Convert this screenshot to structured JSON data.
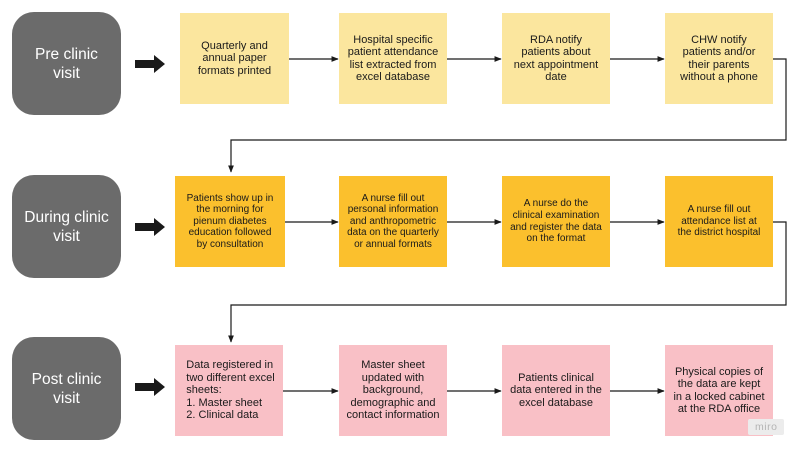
{
  "phases": [
    {
      "label": "Pre clinic\nvisit"
    },
    {
      "label": "During clinic\nvisit"
    },
    {
      "label": "Post clinic\nvisit"
    }
  ],
  "rows": [
    {
      "color": "#fbe69e",
      "steps": [
        "Quarterly and\nannual paper\nformats printed",
        "Hospital specific\npatient attendance\nlist extracted from\nexcel database",
        "RDA notify\npatients about\nnext appointment\ndate",
        "CHW notify\npatients and/or\ntheir parents\nwithout a phone"
      ]
    },
    {
      "color": "#fbc02d",
      "steps": [
        "Patients show up in\nthe morning for\npienum diabetes\neducation followed\nby consultation",
        "A nurse fill out\npersonal information\nand anthropometric\ndata on the quarterly\nor annual formats",
        "A nurse do the\nclinical examination\nand register the data\non the format",
        "A nurse fill out\nattendance list at\nthe district hospital"
      ]
    },
    {
      "color": "#f9c0c6",
      "steps": [
        "Data registered in\ntwo different excel\nsheets:\n1.  Master sheet\n2. Clinical data",
        "Master sheet\nupdated with\nbackground,\ndemographic and\ncontact information",
        "Patients clinical\ndata entered in the\nexcel database",
        "Physical copies of\nthe data are kept\nin a locked cabinet\nat the RDA office"
      ]
    }
  ],
  "watermark": "miro",
  "colors": {
    "phase": "#6b6b6b",
    "arrow": "#1a1a1a"
  }
}
